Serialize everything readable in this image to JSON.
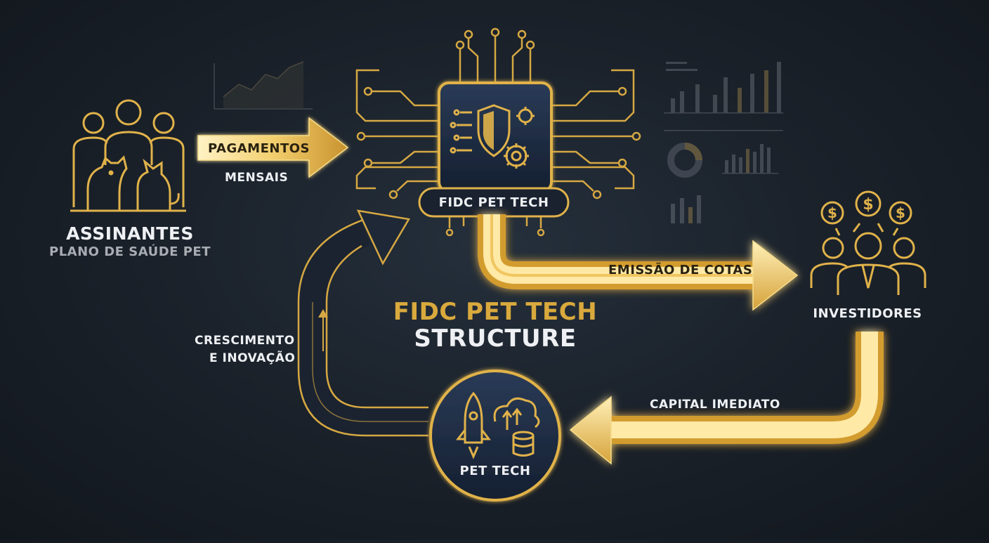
{
  "nodes": {
    "subscribers": {
      "title": "ASSINANTES",
      "subtitle": "PLANO DE SAÚDE PET",
      "icon": "people-with-pets-icon"
    },
    "fidc": {
      "label": "FIDC PET TECH",
      "icon": "shield-gear-chip-icon"
    },
    "investors": {
      "label": "INVESTIDORES",
      "icon": "investors-dollar-icon"
    },
    "pettech": {
      "label": "PET TECH",
      "icon": "rocket-cloud-database-icon"
    }
  },
  "flows": {
    "payments_line1": "PAGAMENTOS",
    "payments_line2": "MENSAIS",
    "quota_issuance": "EMISSÃO DE COTAS",
    "immediate_capital": "CAPITAL IMEDIATO",
    "growth_line1": "CRESCIMENTO",
    "growth_line2": "E INOVAÇÃO"
  },
  "center_title": {
    "line1": "FIDC PET TECH",
    "line2": "STRUCTURE"
  },
  "colors": {
    "gold": "#e0b24a",
    "gold_light": "#fde9a8",
    "gold_dark": "#b8862a",
    "background": "#1b222b",
    "navy": "#1e2d45",
    "text_light": "#eef0f3"
  }
}
